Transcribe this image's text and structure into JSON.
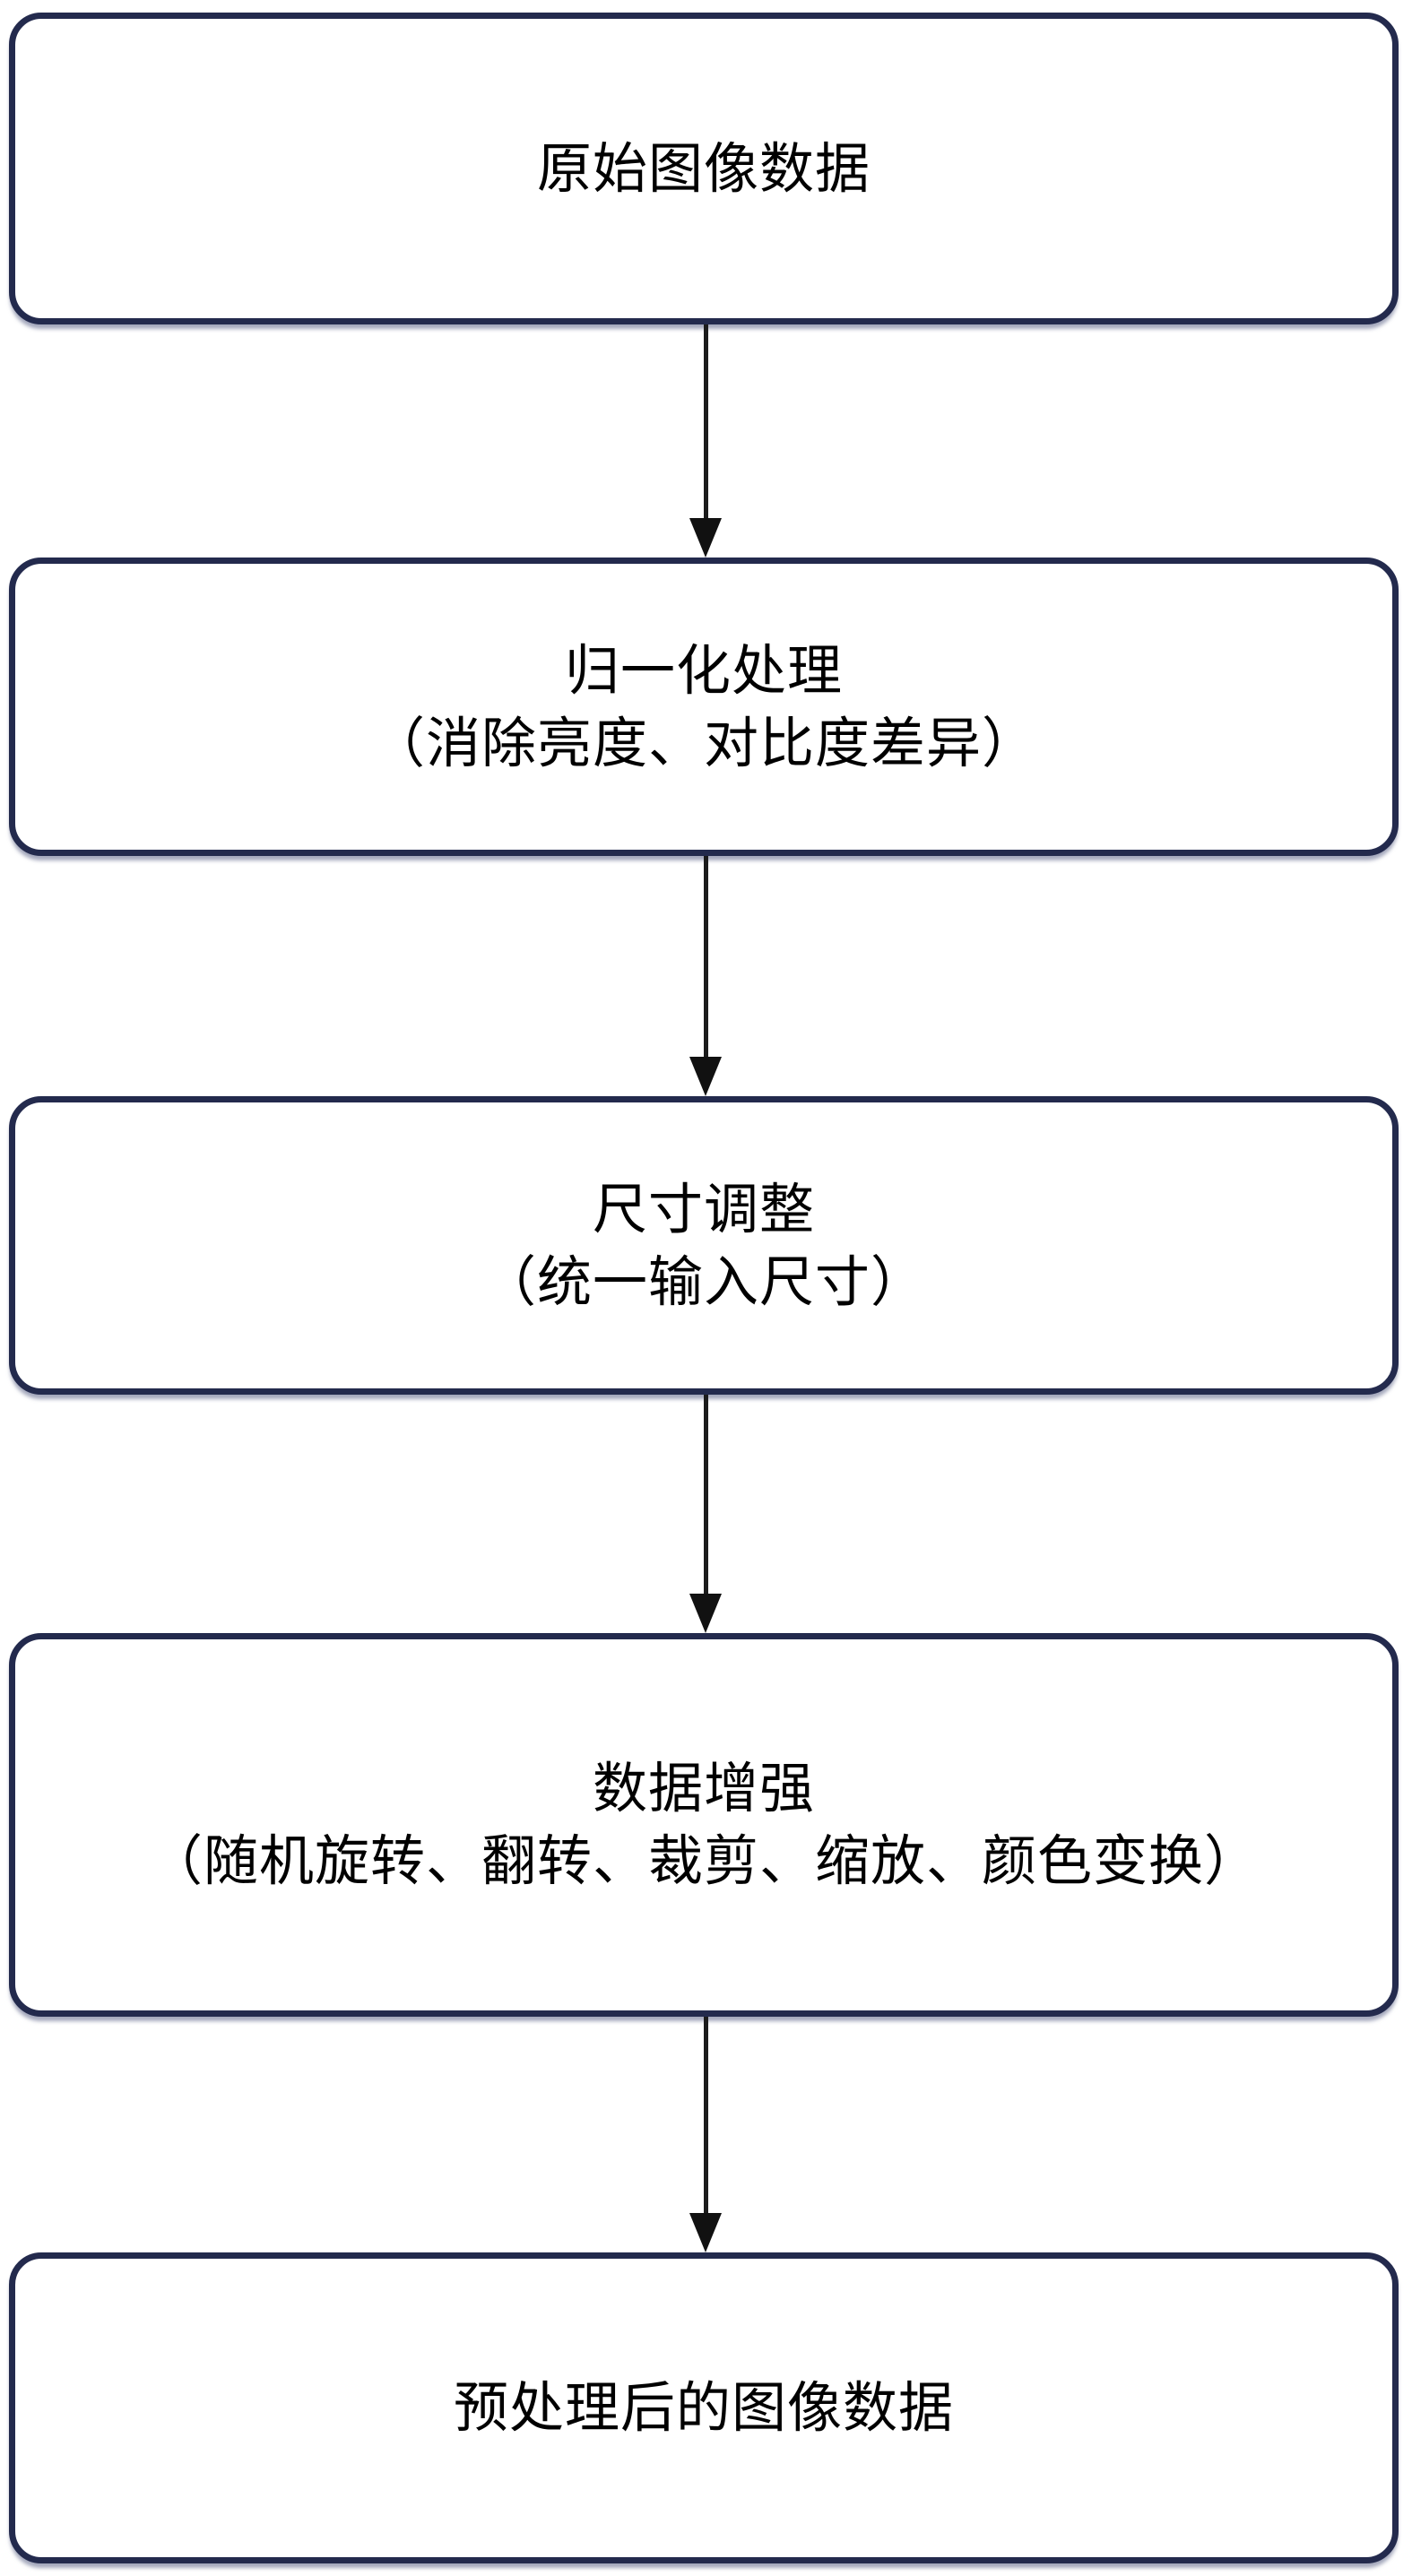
{
  "diagram": {
    "type": "flowchart",
    "direction": "top-down",
    "colors": {
      "background": "#ffffff",
      "box_border": "#232a4d",
      "box_fill": "#ffffff",
      "text": "#000000",
      "arrow": "#111111"
    },
    "boxes": [
      {
        "id": "original-image-data",
        "lines": [
          "原始图像数据"
        ]
      },
      {
        "id": "normalization",
        "lines": [
          "归一化处理",
          "（消除亮度、对比度差异）"
        ]
      },
      {
        "id": "resize",
        "lines": [
          "尺寸调整",
          "（统一输入尺寸）"
        ]
      },
      {
        "id": "data-augmentation",
        "lines": [
          "数据增强",
          "（随机旋转、翻转、裁剪、缩放、颜色变换）"
        ]
      },
      {
        "id": "preprocessed-image-data",
        "lines": [
          "预处理后的图像数据"
        ]
      }
    ],
    "arrows": [
      {
        "from": "original-image-data",
        "to": "normalization"
      },
      {
        "from": "normalization",
        "to": "resize"
      },
      {
        "from": "resize",
        "to": "data-augmentation"
      },
      {
        "from": "data-augmentation",
        "to": "preprocessed-image-data"
      }
    ]
  }
}
